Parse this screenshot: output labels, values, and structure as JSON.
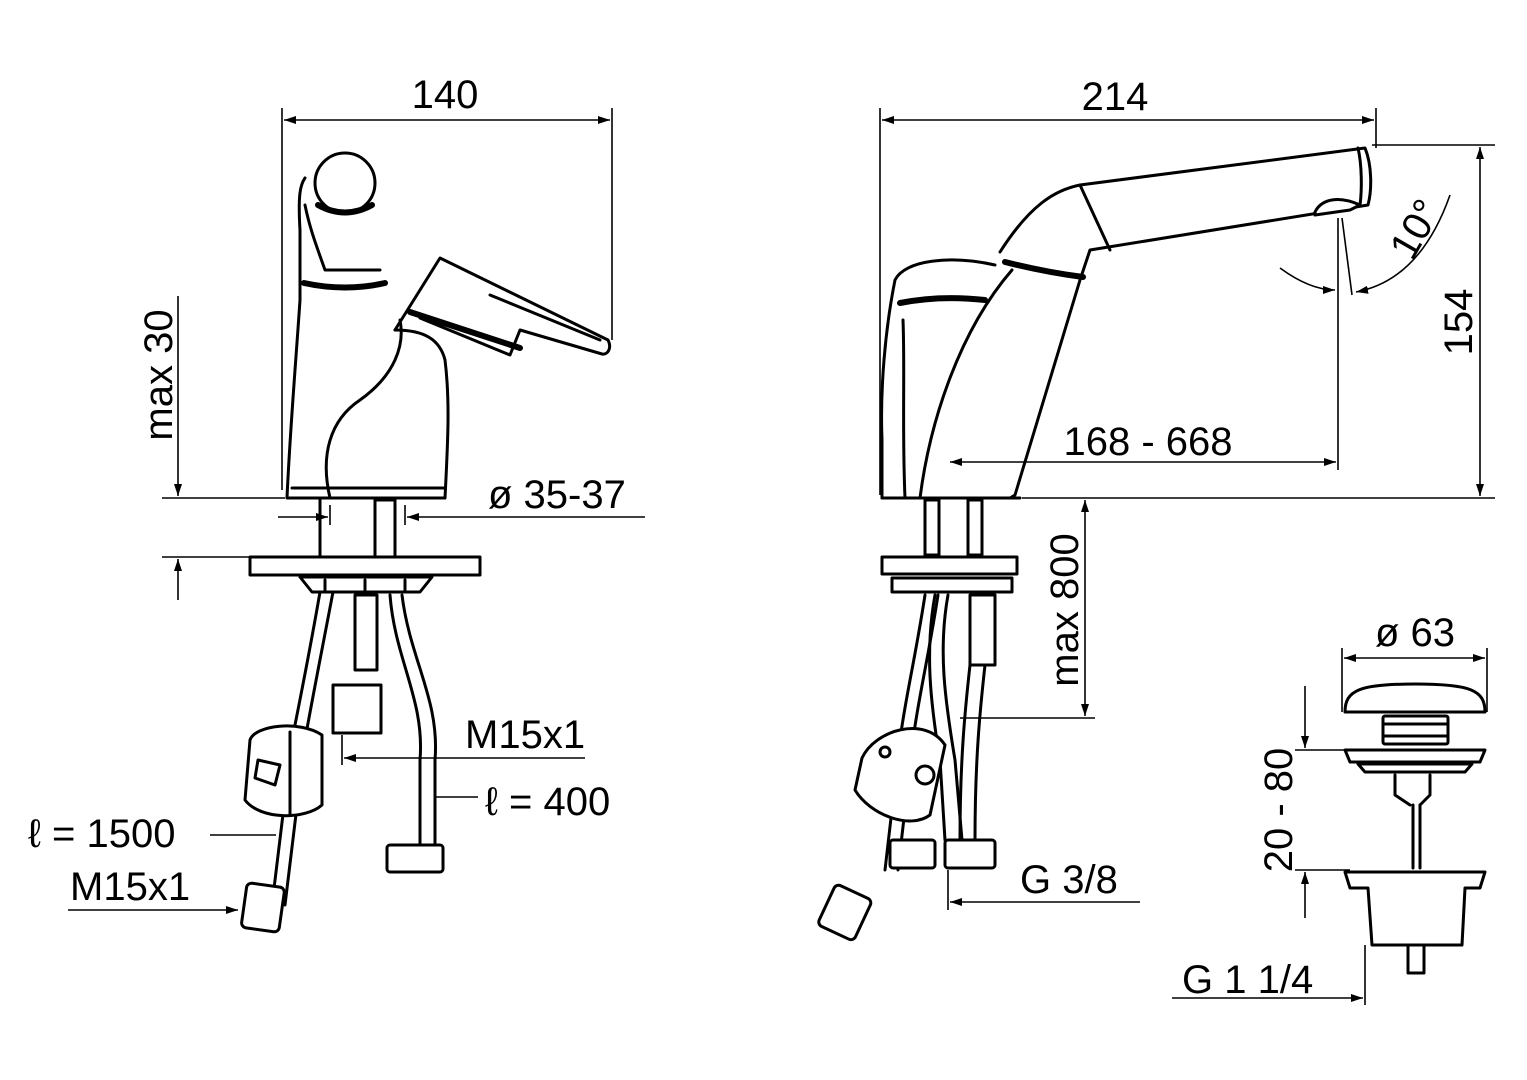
{
  "front_view": {
    "width_label": "140",
    "height_label": "max 30",
    "hole_label": "ø 35-37",
    "connector_label": "M15x1",
    "short_hose_label": "ℓ = 400",
    "long_hose_label": "ℓ = 1500",
    "hose_end_label": "M15x1"
  },
  "side_view": {
    "length_label": "214",
    "height_label": "154",
    "reach_label": "168 - 668",
    "angle_label": "10°",
    "hose_length_label": "max 800",
    "thread_label": "G 3/8"
  },
  "drain_view": {
    "diameter_label": "ø 63",
    "height_label": "20 - 80",
    "thread_label": "G 1 1/4"
  }
}
